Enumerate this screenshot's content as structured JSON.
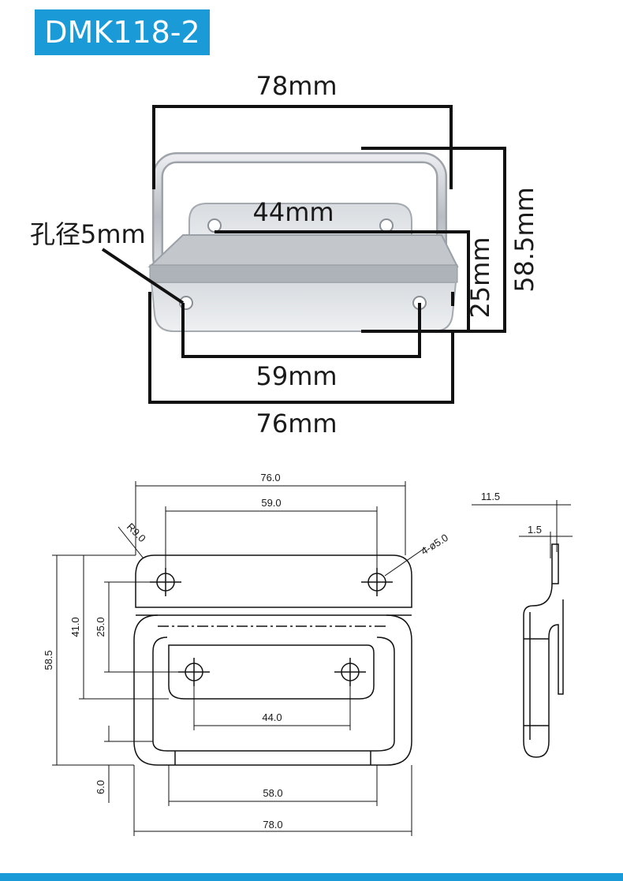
{
  "title": "DMK118-2",
  "photo_dims": {
    "top_width": "78mm",
    "hole_span": "44mm",
    "hole_dia": "孔径5mm",
    "height": "58.5mm",
    "plate_height": "25mm",
    "bottom_hole_span": "59mm",
    "base_width": "76mm"
  },
  "drawing_dims": {
    "overall_top": "76.0",
    "top_holes": "59.0",
    "radius": "R9.0",
    "hole_callout": "4-ø5.0",
    "height_total": "58.5",
    "height_inner": "41.0",
    "plate": "25.0",
    "lower_holes": "44.0",
    "bottom_inner": "58.0",
    "bottom_overall": "78.0",
    "offset": "6.0",
    "side_thickness": "11.5",
    "side_gauge": "1.5"
  },
  "colors": {
    "accent": "#1a9bd8",
    "metal": "#c9ccd1",
    "line": "#111111"
  }
}
